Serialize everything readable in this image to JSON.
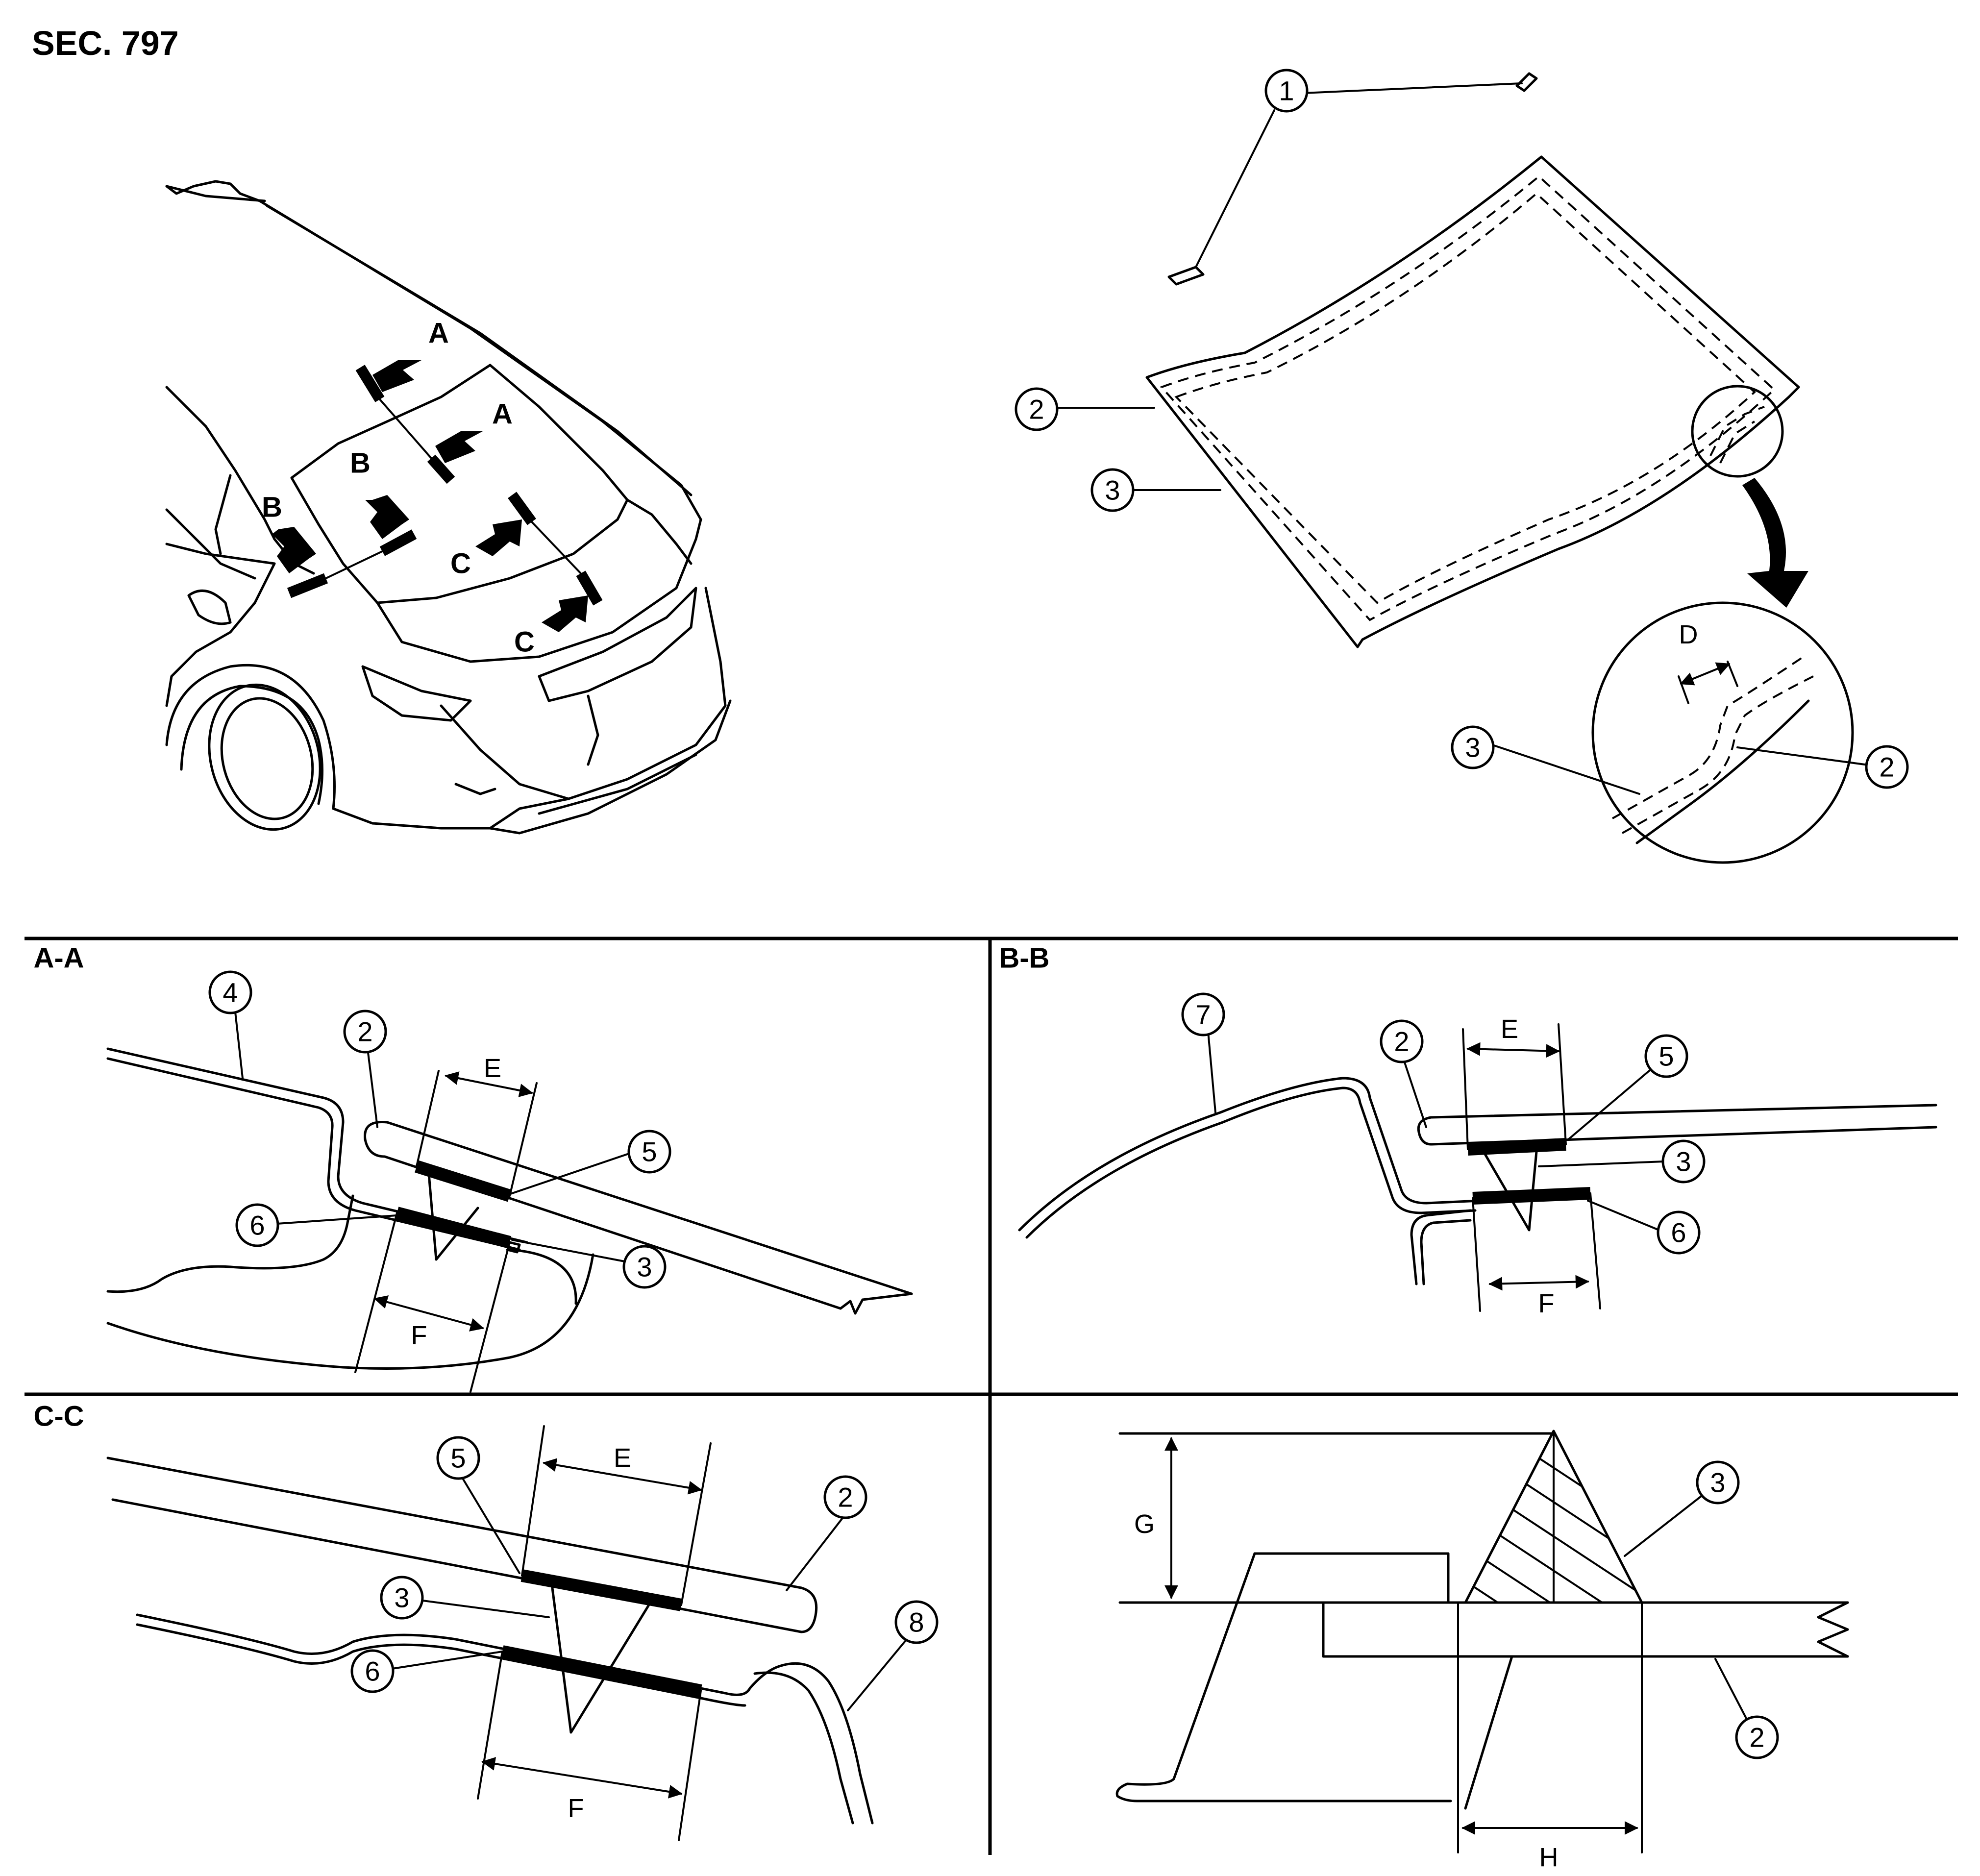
{
  "section_code": "SEC. 797",
  "view_labels": {
    "aa": "A-A",
    "bb": "B-B",
    "cc": "C-C"
  },
  "section_letters": {
    "a": "A",
    "b": "B",
    "c": "C"
  },
  "dimension_labels": {
    "d": "D",
    "e": "E",
    "f": "F",
    "g": "G",
    "h": "H"
  },
  "callouts": {
    "c1": "1",
    "c2": "2",
    "c3": "3",
    "c4": "4",
    "c5": "5",
    "c6": "6",
    "c7": "7",
    "c8": "8"
  }
}
